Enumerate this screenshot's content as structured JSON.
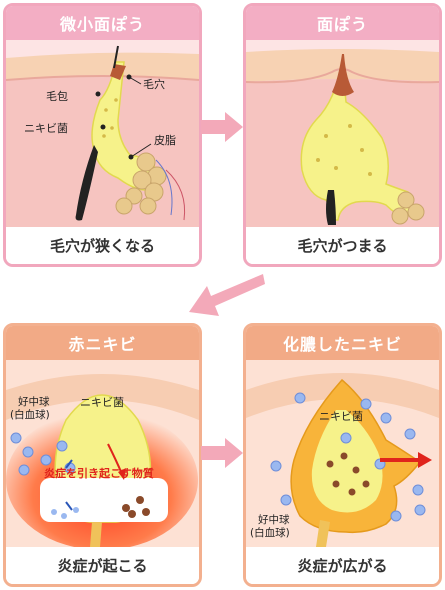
{
  "panels": [
    {
      "title": "微小面ぽう",
      "caption": "毛穴が狭くなる",
      "labels": {
        "pore": "毛穴",
        "follicle": "毛包",
        "bacteria": "ニキビ菌",
        "sebum": "皮脂"
      }
    },
    {
      "title": "面ぽう",
      "caption": "毛穴がつまる"
    },
    {
      "title": "赤ニキビ",
      "caption": "炎症が起こる",
      "labels": {
        "neutrophil": "好中球",
        "neutrophil_sub": "(白血球)",
        "bacteria": "ニキビ菌",
        "inflammation": "炎症を引き起こす物質"
      }
    },
    {
      "title": "化膿したニキビ",
      "caption": "炎症が広がる",
      "labels": {
        "bacteria": "ニキビ菌",
        "neutrophil": "好中球",
        "neutrophil_sub": "(白血球)"
      }
    }
  ],
  "colors": {
    "pink_frame": "#f1a7bd",
    "orange_frame": "#f3b08f",
    "skin": "#f6c4c0",
    "sebum": "#f6f28a",
    "arrow": "#f3a9b9"
  }
}
